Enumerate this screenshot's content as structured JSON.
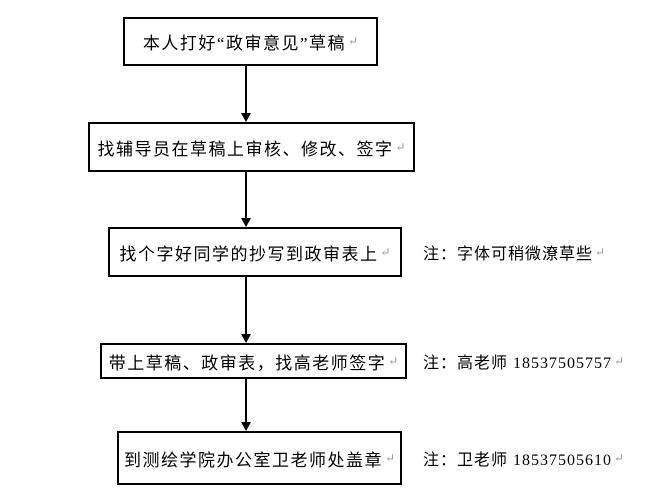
{
  "page": {
    "background_color": "#ffffff",
    "line_color": "#000000",
    "text_color": "#000000",
    "return_mark": "↵"
  },
  "flowchart": {
    "steps": [
      {
        "label": "本人打好“政审意见”草稿",
        "note": ""
      },
      {
        "label": "找辅导员在草稿上审核、修改、签字",
        "note": ""
      },
      {
        "label": "找个字好同学的抄写到政审表上",
        "note": "注：字体可稍微潦草些"
      },
      {
        "label": "带上草稿、政审表，找高老师签字",
        "note": "注：高老师 18537505757"
      },
      {
        "label": "到测绘学院办公室卫老师处盖章",
        "note": "注：卫老师 18537505610"
      }
    ]
  }
}
